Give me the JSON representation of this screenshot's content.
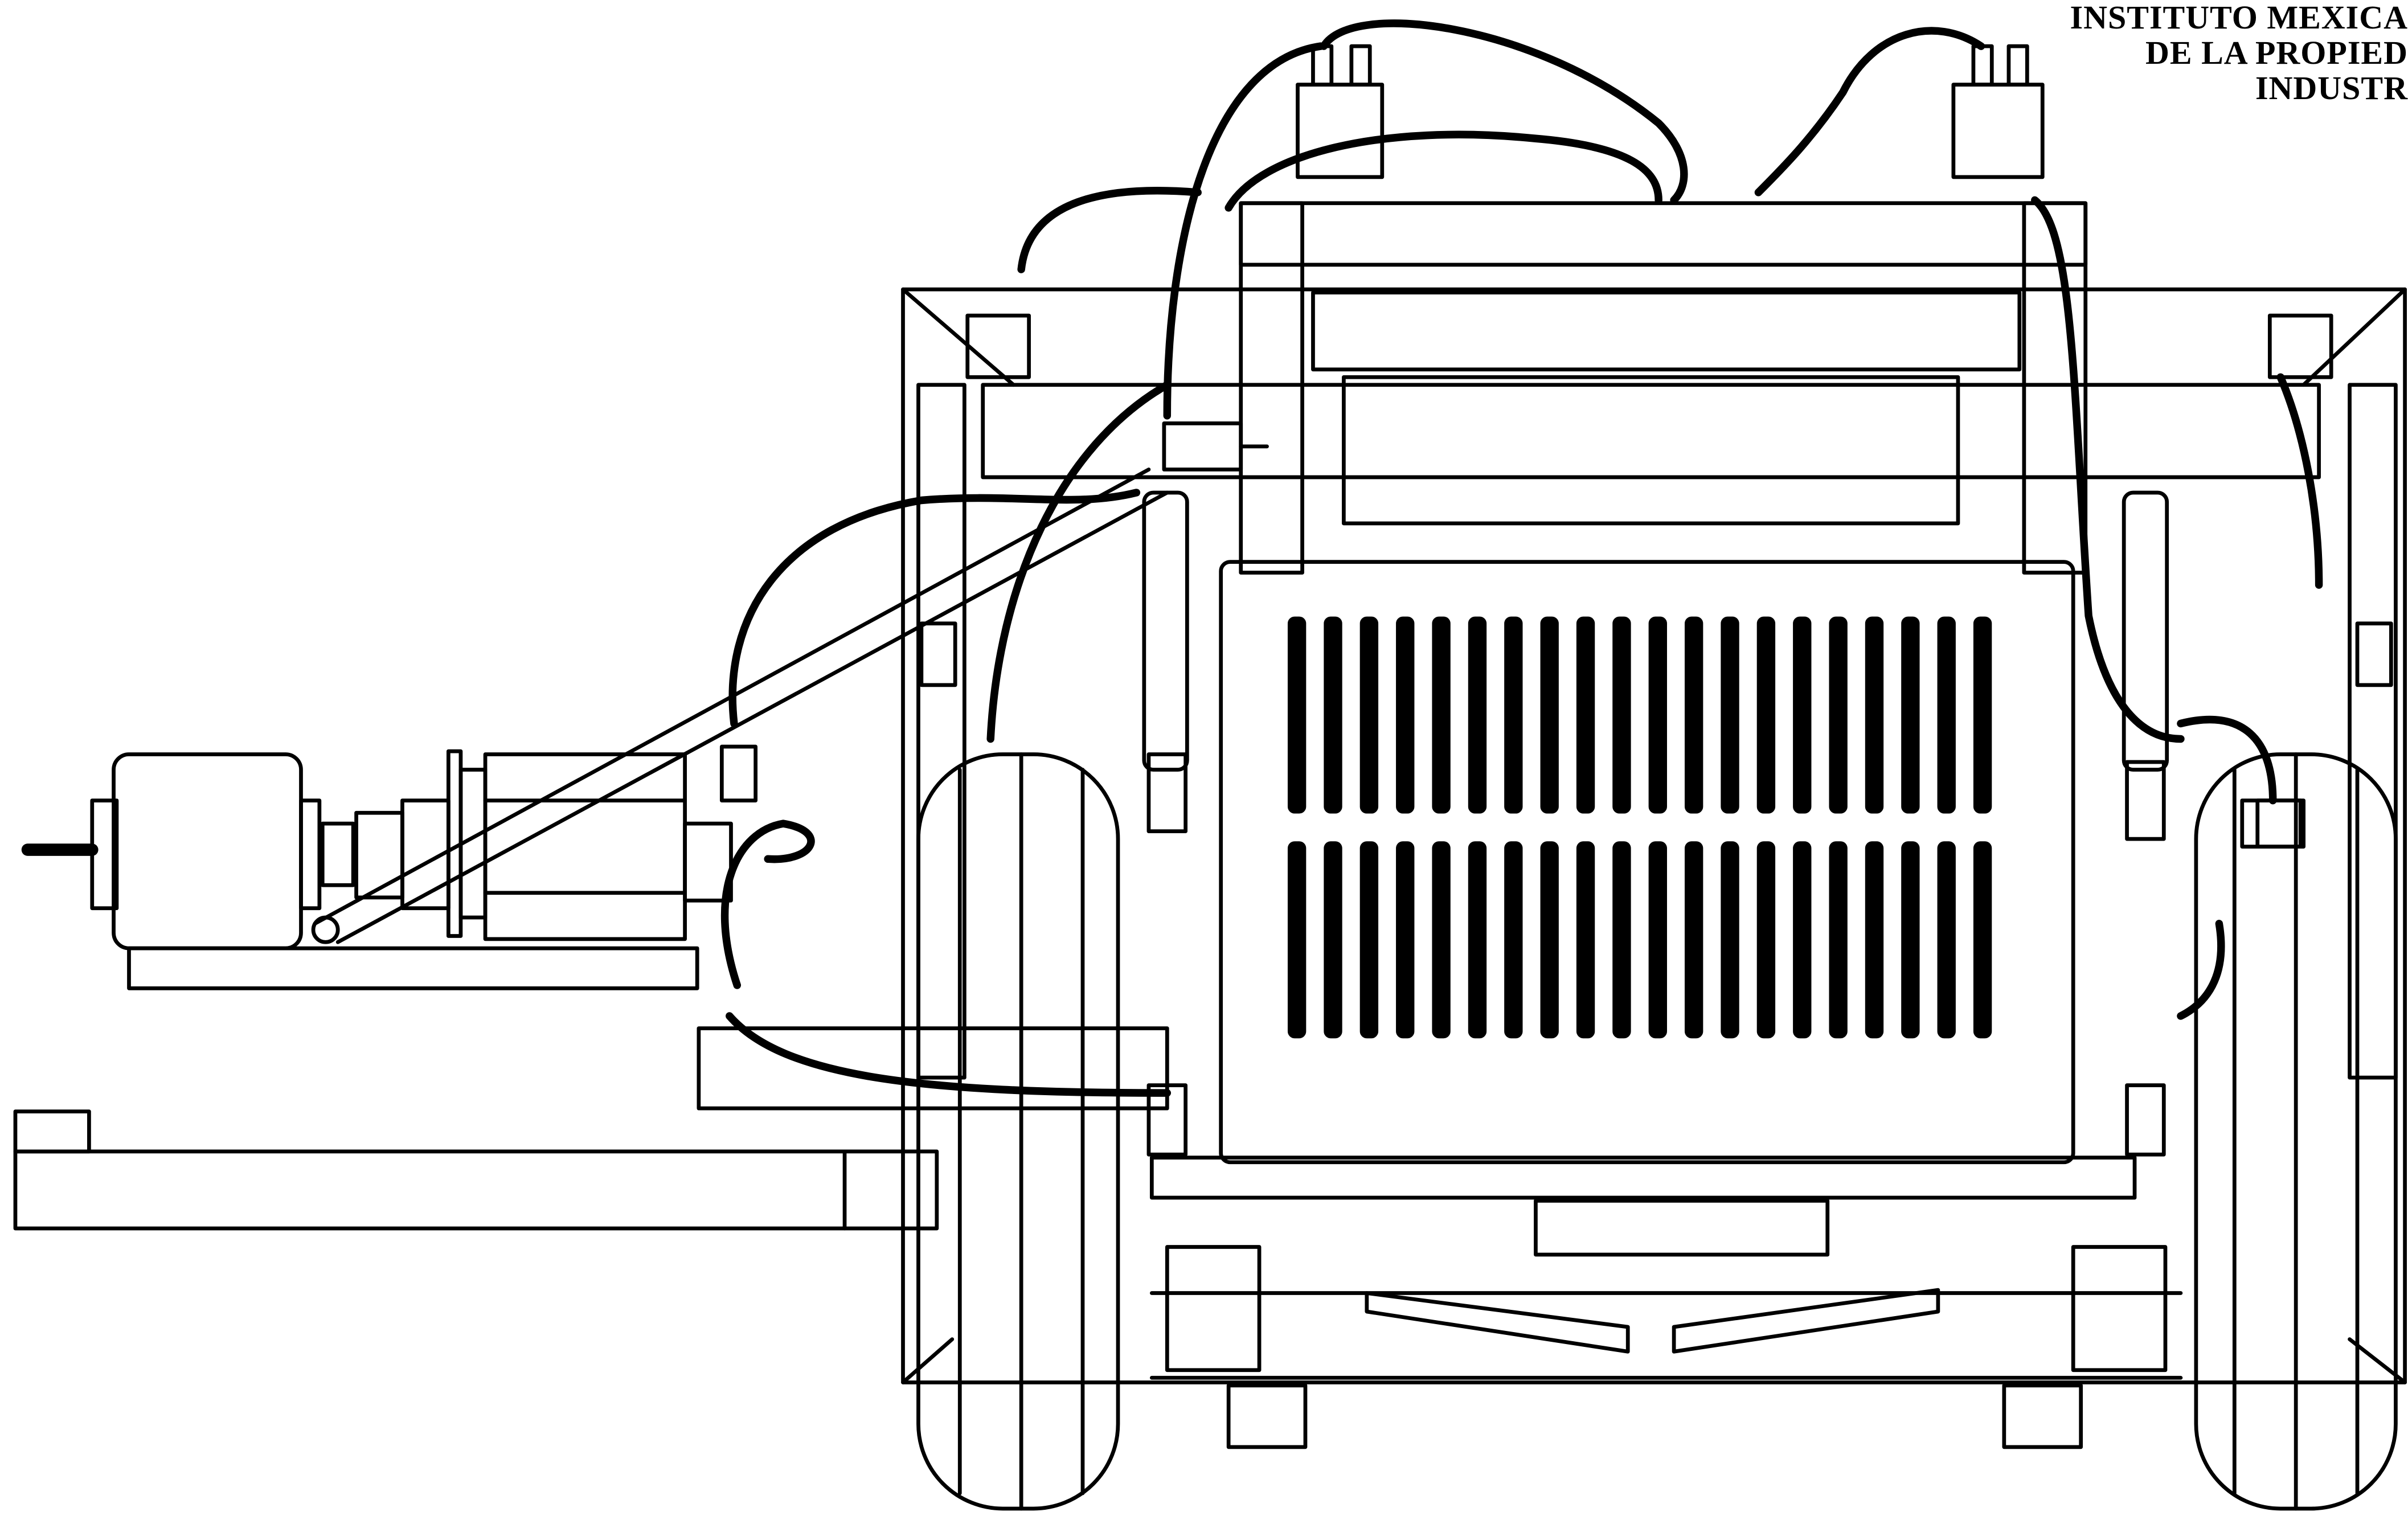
{
  "header": {
    "line1": "INSTITUTO MEXICA",
    "line2": "DE LA PROPIED",
    "line3": "INDUSTR"
  },
  "colors": {
    "line": "#000000",
    "background": "#ffffff"
  }
}
